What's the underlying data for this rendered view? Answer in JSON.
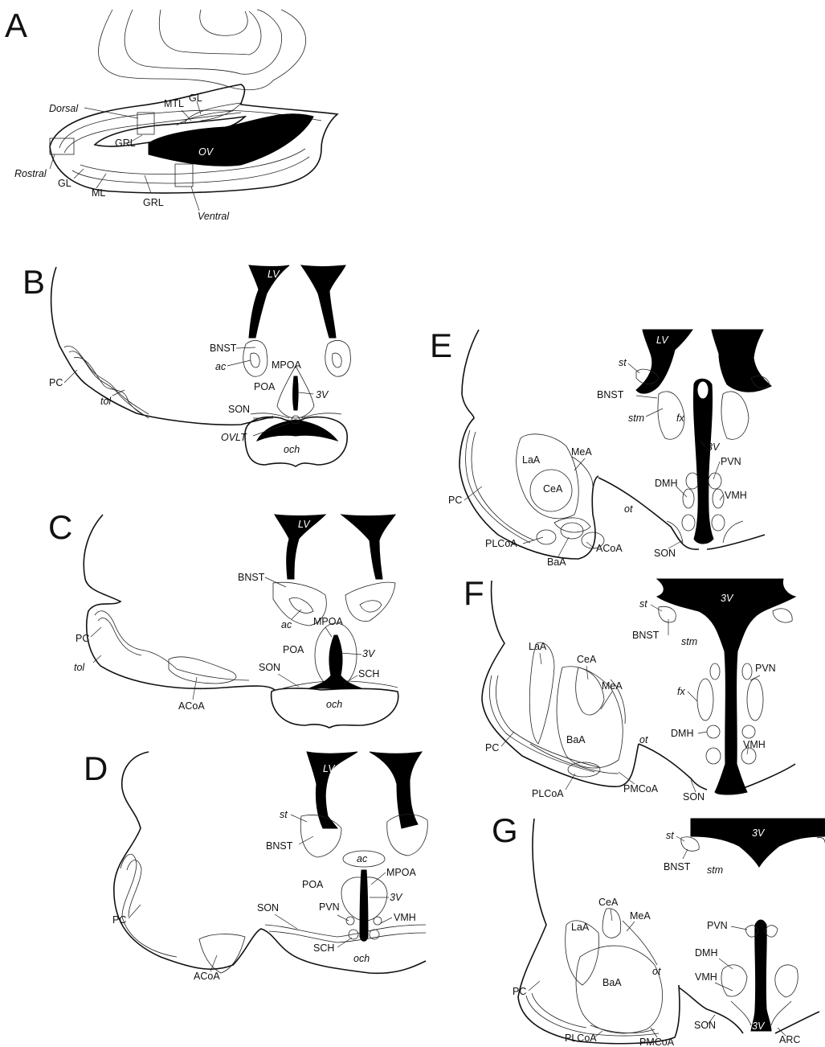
{
  "panels": {
    "A": {
      "letter": "A",
      "labels": {
        "dorsal": "Dorsal",
        "mtl": "MTL",
        "gl_top": "GL",
        "grl_top": "GRL",
        "ov": "OV",
        "rostral": "Rostral",
        "gl": "GL",
        "ml": "ML",
        "grl": "GRL",
        "ventral": "Ventral"
      }
    },
    "B": {
      "letter": "B",
      "labels": {
        "lv": "LV",
        "bnst": "BNST",
        "ac": "ac",
        "mpoa": "MPOA",
        "poa": "POA",
        "v3": "3V",
        "pc": "PC",
        "son": "SON",
        "ovlt": "OVLT",
        "tol": "tol",
        "och": "och"
      }
    },
    "C": {
      "letter": "C",
      "labels": {
        "lv": "LV",
        "bnst": "BNST",
        "ac": "ac",
        "mpoa": "MPOA",
        "poa": "POA",
        "v3": "3V",
        "pc": "PC",
        "tol": "tol",
        "son": "SON",
        "sch": "SCH",
        "acoa": "ACoA",
        "och": "och"
      }
    },
    "D": {
      "letter": "D",
      "labels": {
        "lv": "LV",
        "st": "st",
        "bnst": "BNST",
        "ac": "ac",
        "mpoa": "MPOA",
        "poa": "POA",
        "v3": "3V",
        "son": "SON",
        "pvn": "PVN",
        "vmh": "VMH",
        "pc": "PC",
        "sch": "SCH",
        "och": "och",
        "acoa": "ACoA"
      }
    },
    "E": {
      "letter": "E",
      "labels": {
        "lv": "LV",
        "st": "st",
        "bnst": "BNST",
        "stm": "stm",
        "fx": "fx",
        "v3": "3V",
        "pvn": "PVN",
        "mea": "MeA",
        "laa": "LaA",
        "cea": "CeA",
        "dmh": "DMH",
        "vmh": "VMH",
        "pc": "PC",
        "ot": "ot",
        "plcoa": "PLCoA",
        "acoa": "ACoA",
        "baa": "BaA",
        "son": "SON"
      }
    },
    "F": {
      "letter": "F",
      "labels": {
        "st": "st",
        "v3": "3V",
        "bnst": "BNST",
        "stm": "stm",
        "laa": "LaA",
        "cea": "CeA",
        "pvn": "PVN",
        "mea": "MeA",
        "fx": "fx",
        "dmh": "DMH",
        "baa": "BaA",
        "ot": "ot",
        "vmh": "VMH",
        "pc": "PC",
        "plcoa": "PLCoA",
        "pmcoa": "PMCoA",
        "son": "SON"
      }
    },
    "G": {
      "letter": "G",
      "labels": {
        "st": "st",
        "v3_top": "3V",
        "bnst": "BNST",
        "stm": "stm",
        "cea": "CeA",
        "mea": "MeA",
        "pvn": "PVN",
        "laa": "LaA",
        "dmh": "DMH",
        "ot": "ot",
        "baa": "BaA",
        "vmh": "VMH",
        "pc": "PC",
        "son": "SON",
        "v3_bottom": "3V",
        "arc": "ARC",
        "plcoa": "PLCoA",
        "pmcoa": "PMCoA"
      }
    }
  }
}
